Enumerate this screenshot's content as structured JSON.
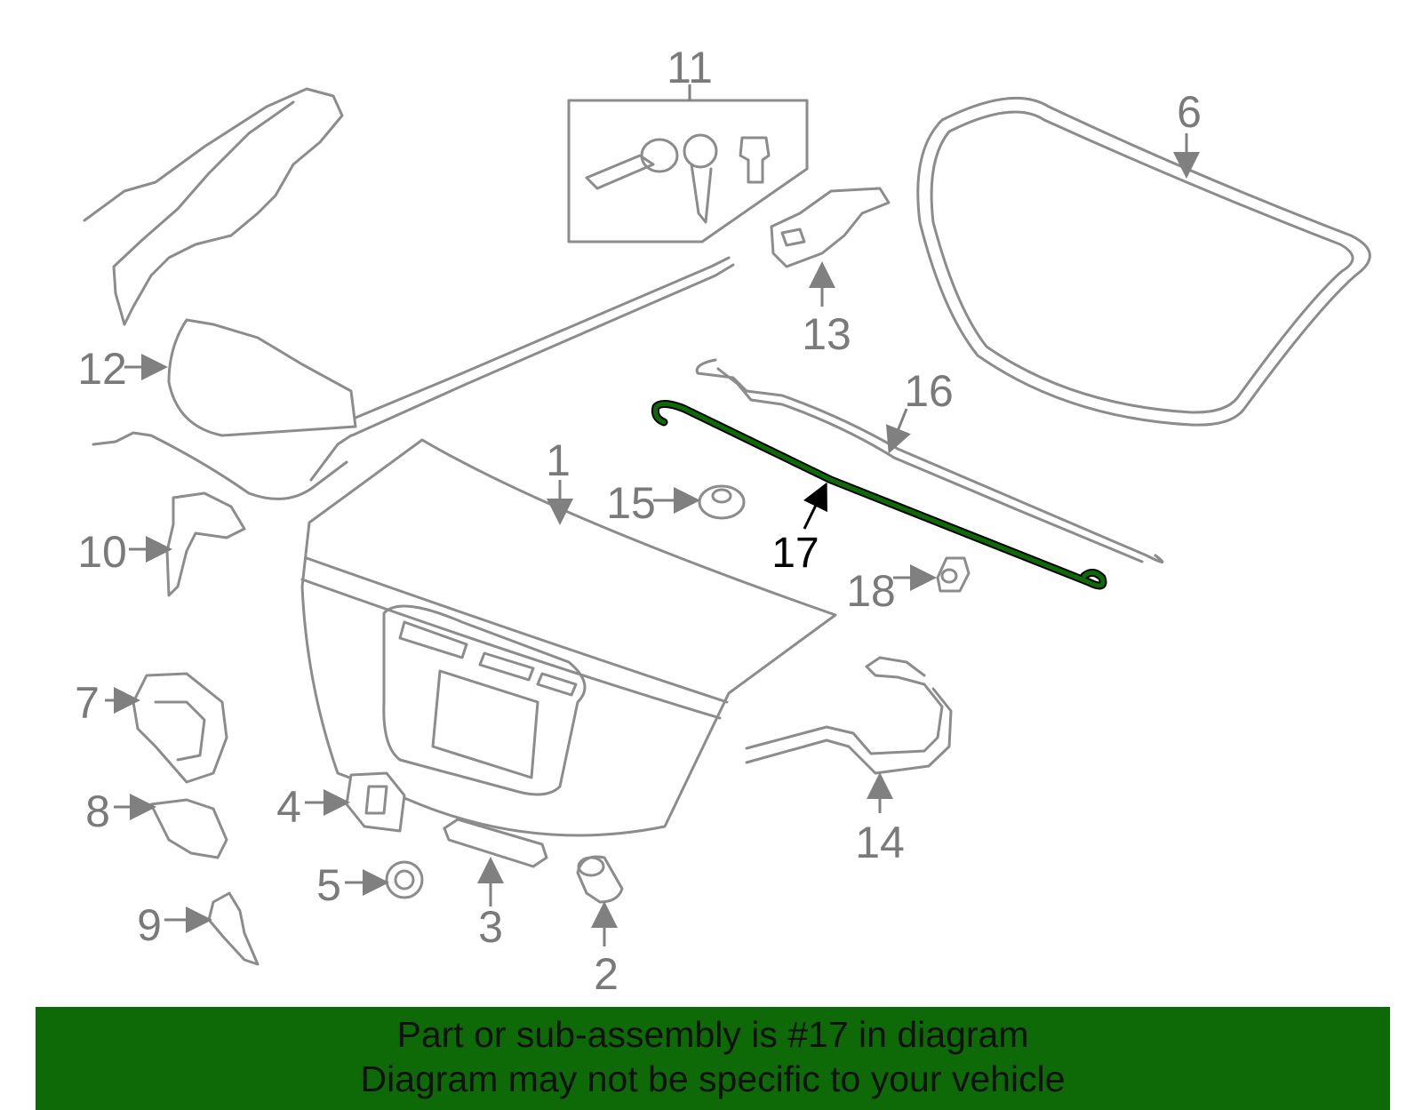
{
  "highlight_color": "#0d6a07",
  "banner": {
    "line1": "Part or sub-assembly is #17 in diagram",
    "line2": "Diagram may not be specific to your vehicle"
  },
  "callouts": {
    "c1": "1",
    "c2": "2",
    "c3": "3",
    "c4": "4",
    "c5": "5",
    "c6": "6",
    "c7": "7",
    "c8": "8",
    "c9": "9",
    "c10": "10",
    "c11": "11",
    "c12": "12",
    "c13": "13",
    "c14": "14",
    "c15": "15",
    "c16": "16",
    "c17": "17",
    "c18": "18"
  }
}
